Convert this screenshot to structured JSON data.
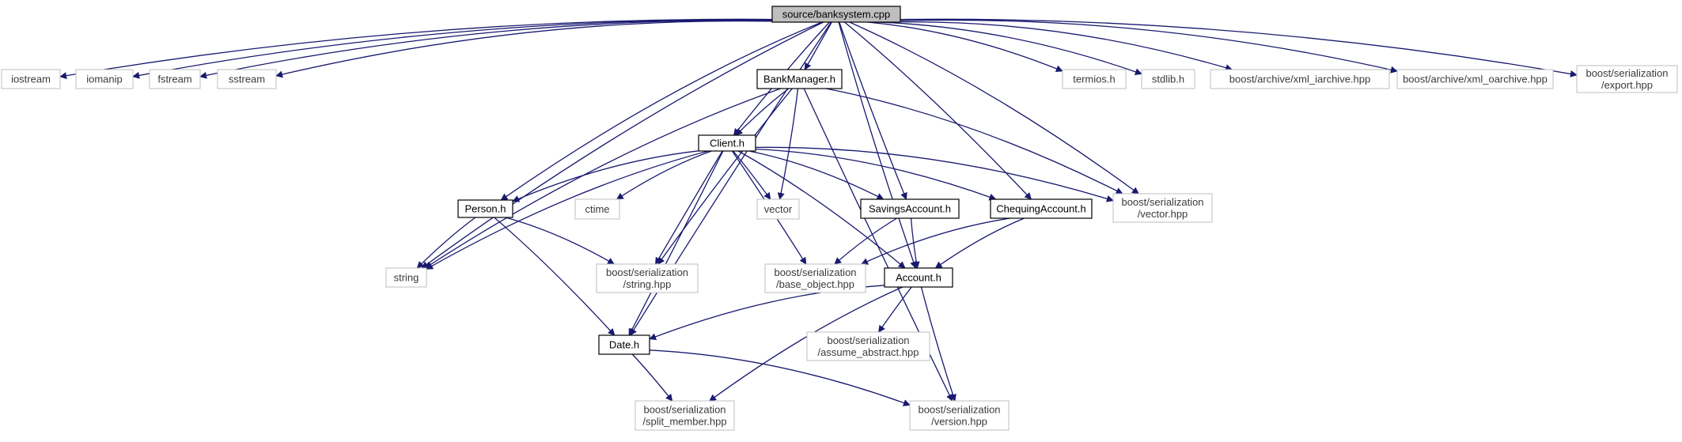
{
  "graph": {
    "edge_color": "#191970",
    "root_fill": "#bfbfbf",
    "nodes": [
      {
        "id": "root",
        "lines": [
          "source/banksystem.cpp"
        ],
        "style": "root"
      },
      {
        "id": "iostream",
        "lines": [
          "iostream"
        ],
        "style": "external"
      },
      {
        "id": "iomanip",
        "lines": [
          "iomanip"
        ],
        "style": "external"
      },
      {
        "id": "fstream",
        "lines": [
          "fstream"
        ],
        "style": "external"
      },
      {
        "id": "sstream",
        "lines": [
          "sstream"
        ],
        "style": "external"
      },
      {
        "id": "bankmanager",
        "lines": [
          "BankManager.h"
        ],
        "style": "local"
      },
      {
        "id": "termios",
        "lines": [
          "termios.h"
        ],
        "style": "external"
      },
      {
        "id": "stdlib",
        "lines": [
          "stdlib.h"
        ],
        "style": "external"
      },
      {
        "id": "xml_iarchive",
        "lines": [
          "boost/archive/xml_iarchive.hpp"
        ],
        "style": "external"
      },
      {
        "id": "xml_oarchive",
        "lines": [
          "boost/archive/xml_oarchive.hpp"
        ],
        "style": "external"
      },
      {
        "id": "export",
        "lines": [
          "boost/serialization",
          "/export.hpp"
        ],
        "style": "external"
      },
      {
        "id": "client",
        "lines": [
          "Client.h"
        ],
        "style": "local"
      },
      {
        "id": "person",
        "lines": [
          "Person.h"
        ],
        "style": "local"
      },
      {
        "id": "ctime",
        "lines": [
          "ctime"
        ],
        "style": "external"
      },
      {
        "id": "vector",
        "lines": [
          "vector"
        ],
        "style": "external"
      },
      {
        "id": "savings",
        "lines": [
          "SavingsAccount.h"
        ],
        "style": "local"
      },
      {
        "id": "chequing",
        "lines": [
          "ChequingAccount.h"
        ],
        "style": "local"
      },
      {
        "id": "ser_vector",
        "lines": [
          "boost/serialization",
          "/vector.hpp"
        ],
        "style": "external"
      },
      {
        "id": "string",
        "lines": [
          "string"
        ],
        "style": "external"
      },
      {
        "id": "ser_string",
        "lines": [
          "boost/serialization",
          "/string.hpp"
        ],
        "style": "external"
      },
      {
        "id": "ser_base",
        "lines": [
          "boost/serialization",
          "/base_object.hpp"
        ],
        "style": "external"
      },
      {
        "id": "account",
        "lines": [
          "Account.h"
        ],
        "style": "local"
      },
      {
        "id": "ser_abstract",
        "lines": [
          "boost/serialization",
          "/assume_abstract.hpp"
        ],
        "style": "external"
      },
      {
        "id": "date",
        "lines": [
          "Date.h"
        ],
        "style": "local"
      },
      {
        "id": "ser_split",
        "lines": [
          "boost/serialization",
          "/split_member.hpp"
        ],
        "style": "external"
      },
      {
        "id": "ser_version",
        "lines": [
          "boost/serialization",
          "/version.hpp"
        ],
        "style": "external"
      }
    ],
    "edges": [
      [
        "root",
        "iostream"
      ],
      [
        "root",
        "iomanip"
      ],
      [
        "root",
        "fstream"
      ],
      [
        "root",
        "sstream"
      ],
      [
        "root",
        "bankmanager"
      ],
      [
        "root",
        "termios"
      ],
      [
        "root",
        "stdlib"
      ],
      [
        "root",
        "xml_iarchive"
      ],
      [
        "root",
        "xml_oarchive"
      ],
      [
        "root",
        "export"
      ],
      [
        "root",
        "client"
      ],
      [
        "root",
        "person"
      ],
      [
        "root",
        "string"
      ],
      [
        "root",
        "savings"
      ],
      [
        "root",
        "chequing"
      ],
      [
        "root",
        "ser_vector"
      ],
      [
        "root",
        "account"
      ],
      [
        "root",
        "date"
      ],
      [
        "bankmanager",
        "client"
      ],
      [
        "bankmanager",
        "string"
      ],
      [
        "bankmanager",
        "vector"
      ],
      [
        "bankmanager",
        "ser_string"
      ],
      [
        "bankmanager",
        "ser_vector"
      ],
      [
        "bankmanager",
        "ser_version"
      ],
      [
        "client",
        "person"
      ],
      [
        "client",
        "string"
      ],
      [
        "client",
        "ctime"
      ],
      [
        "client",
        "vector"
      ],
      [
        "client",
        "savings"
      ],
      [
        "client",
        "chequing"
      ],
      [
        "client",
        "ser_vector"
      ],
      [
        "client",
        "ser_string"
      ],
      [
        "client",
        "ser_base"
      ],
      [
        "client",
        "account"
      ],
      [
        "client",
        "date"
      ],
      [
        "person",
        "string"
      ],
      [
        "person",
        "ser_string"
      ],
      [
        "person",
        "date"
      ],
      [
        "savings",
        "ser_base"
      ],
      [
        "savings",
        "account"
      ],
      [
        "chequing",
        "ser_base"
      ],
      [
        "chequing",
        "account"
      ],
      [
        "account",
        "date"
      ],
      [
        "account",
        "ser_abstract"
      ],
      [
        "account",
        "ser_split"
      ],
      [
        "account",
        "ser_version"
      ],
      [
        "date",
        "ser_split"
      ],
      [
        "date",
        "ser_version"
      ]
    ]
  }
}
